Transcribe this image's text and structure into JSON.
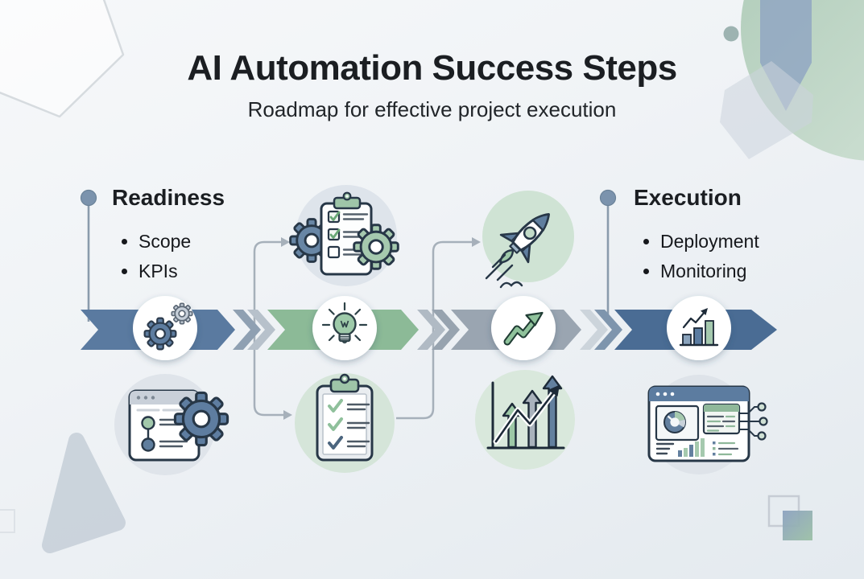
{
  "header": {
    "title": "AI Automation Success Steps",
    "subtitle": "Roadmap for effective project execution"
  },
  "milestones": [
    {
      "label": "Readiness",
      "bullets": [
        "Scope",
        "KPIs"
      ]
    },
    {
      "label": "Execution",
      "bullets": [
        "Deployment",
        "Monitoring"
      ]
    }
  ],
  "timeline": {
    "direction": "left-to-right",
    "segments": [
      {
        "node_icon": "gears-icon",
        "band_color_key": "band_blue"
      },
      {
        "node_icon": "lightbulb-icon",
        "band_color_key": "band_green"
      },
      {
        "node_icon": "trend-arrow-icon",
        "band_color_key": "band_gray"
      },
      {
        "node_icon": "bar-chart-icon",
        "band_color_key": "band_blue_dark"
      }
    ]
  },
  "illustrations": [
    {
      "name": "clipboard-tasks-icon",
      "position": "top, second segment"
    },
    {
      "name": "rocket-launch-icon",
      "position": "top, third segment"
    },
    {
      "name": "browser-automation-icon",
      "position": "bottom, first segment"
    },
    {
      "name": "checklist-icon",
      "position": "bottom, second segment"
    },
    {
      "name": "growth-chart-icon",
      "position": "bottom, third segment"
    },
    {
      "name": "analytics-dashboard-icon",
      "position": "bottom, fourth segment"
    }
  ],
  "colors": {
    "band_blue": "#5a7aa0",
    "band_green": "#8cba97",
    "band_gray": "#9aa5b1",
    "band_blue_dark": "#4a6c94",
    "accent_green": "#9ec5a8",
    "accent_slate": "#5e7da0",
    "connector": "#a6b0ba",
    "milestone_dot": "#7b93ad",
    "ink": "#1b1e22",
    "background_light": "#f2f5f7",
    "background_dark": "#e4eaef"
  }
}
